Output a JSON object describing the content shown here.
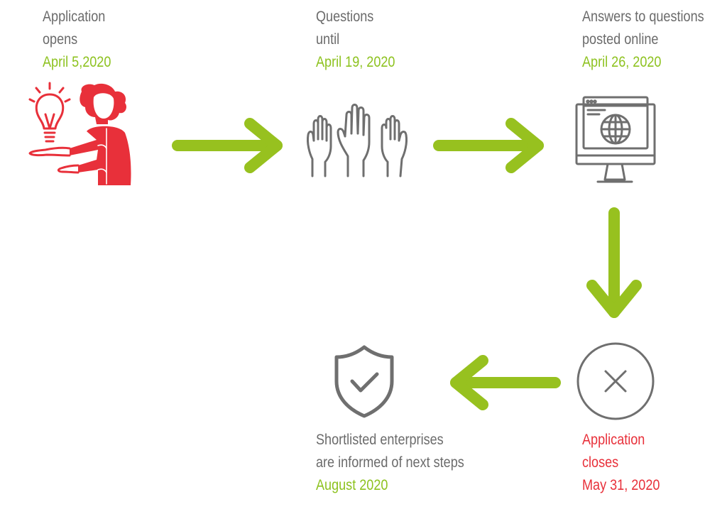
{
  "steps": {
    "application_opens": {
      "line1": "Application",
      "line2": "opens",
      "date": "April 5,2020"
    },
    "questions": {
      "line1": "Questions",
      "line2": "until",
      "date": "April 19, 2020"
    },
    "answers": {
      "line1": "Answers to questions",
      "line2": "posted online",
      "date": "April 26, 2020"
    },
    "closes": {
      "line1": "Application",
      "line2": "closes",
      "date": "May 31, 2020"
    },
    "shortlisted": {
      "line1": "Shortlisted enterprises",
      "line2": "are informed of next steps",
      "date": "August 2020"
    }
  },
  "colors": {
    "arrow": "#97c11f",
    "accent_red": "#e8303a",
    "icon_gray": "#6f6f6f",
    "date_green": "#8dc21f",
    "text_gray": "#6b6b6b"
  },
  "icons": {
    "step1": "presenter-with-lightbulb-icon",
    "step2": "raised-hands-icon",
    "step3": "monitor-globe-icon",
    "step4": "close-circle-icon",
    "step5": "shield-check-icon"
  }
}
